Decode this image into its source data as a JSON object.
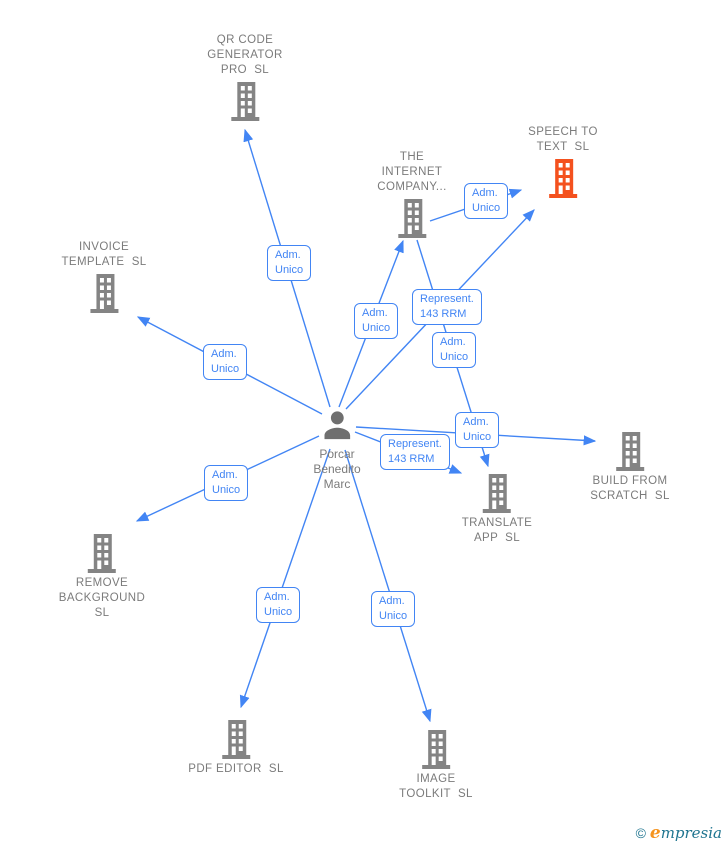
{
  "colors": {
    "edge-blue": "#4285F4",
    "building-gray": "#848484",
    "person-gray": "#6f6f6f",
    "label-gray": "#7b7b7b",
    "highlight-orange": "#F4511E",
    "brand-teal": "#1f7590",
    "brand-orange": "#F5941F"
  },
  "person": {
    "label": "Porcar\nBenedito\nMarc"
  },
  "companies": [
    {
      "label": "QR CODE\nGENERATOR\nPRO  SL"
    },
    {
      "label": "THE\nINTERNET\nCOMPANY..."
    },
    {
      "label": "SPEECH TO\nTEXT  SL",
      "highlighted": true
    },
    {
      "label": "INVOICE\nTEMPLATE  SL"
    },
    {
      "label": "BUILD FROM\nSCRATCH  SL"
    },
    {
      "label": "TRANSLATE\nAPP  SL"
    },
    {
      "label": "REMOVE\nBACKGROUND\nSL"
    },
    {
      "label": "PDF EDITOR  SL"
    },
    {
      "label": "IMAGE\nTOOLKIT  SL"
    }
  ],
  "edges": [
    {
      "from": "Porcar Benedito Marc",
      "to": "QR CODE GENERATOR PRO SL",
      "label": "Adm.\nUnico"
    },
    {
      "from": "Porcar Benedito Marc",
      "to": "INVOICE TEMPLATE SL",
      "label": "Adm.\nUnico"
    },
    {
      "from": "Porcar Benedito Marc",
      "to": "THE INTERNET COMPANY...",
      "label": "Adm.\nUnico"
    },
    {
      "from": "Porcar Benedito Marc",
      "to": "SPEECH TO TEXT SL",
      "label": "Represent.\n143 RRM"
    },
    {
      "from": "THE INTERNET COMPANY...",
      "to": "SPEECH TO TEXT SL",
      "label": "Adm.\nUnico"
    },
    {
      "from": "THE INTERNET COMPANY...",
      "to": "TRANSLATE APP SL",
      "label": "Adm.\nUnico"
    },
    {
      "from": "Porcar Benedito Marc",
      "to": "BUILD FROM SCRATCH SL",
      "label": "Adm.\nUnico"
    },
    {
      "from": "Porcar Benedito Marc",
      "to": "TRANSLATE APP SL",
      "label": "Represent.\n143 RRM"
    },
    {
      "from": "Porcar Benedito Marc",
      "to": "REMOVE BACKGROUND SL",
      "label": "Adm.\nUnico"
    },
    {
      "from": "Porcar Benedito Marc",
      "to": "PDF EDITOR SL",
      "label": "Adm.\nUnico"
    },
    {
      "from": "Porcar Benedito Marc",
      "to": "IMAGE TOOLKIT SL",
      "label": "Adm.\nUnico"
    }
  ],
  "footer": {
    "copyright_symbol": "©",
    "brand_initial": "e",
    "brand_rest": "mpresia"
  }
}
